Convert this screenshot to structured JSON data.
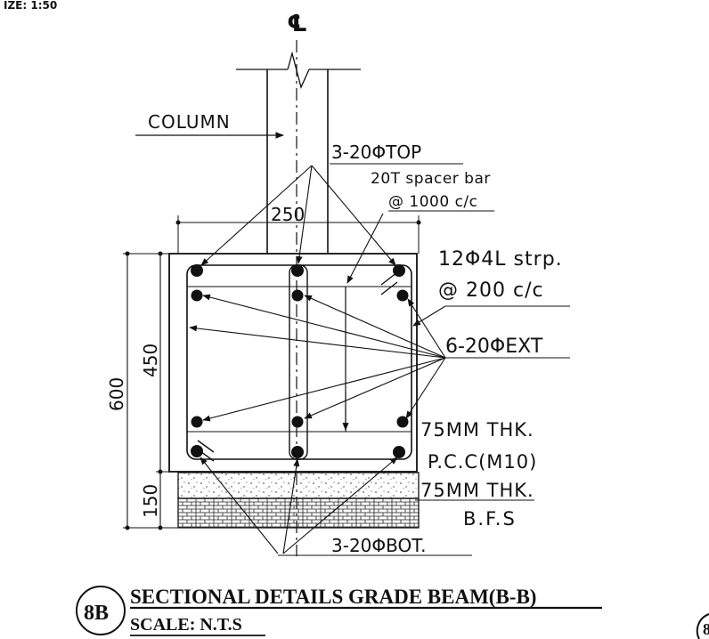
{
  "header_fragment": "IZE: 1:50",
  "centerline_symbol": "℄",
  "labels": {
    "column": "COLUMN",
    "top_bars": "3-20ΦTOP",
    "spacer_1": "20T spacer bar",
    "spacer_2": "@ 1000 c/c",
    "width_dim": "250",
    "stirrup_1": "12Φ4L strp.",
    "stirrup_2": "@ 200 c/c",
    "ext_bars": "6-20ΦEXT",
    "pcc_1": "75MM THK.",
    "pcc_2": "P.C.C(M10)",
    "bfs_1": "75MM THK.",
    "bfs_2": "B.F.S",
    "bot_bars": "3-20ΦBOT.",
    "dim_600": "600",
    "dim_450": "450",
    "dim_150": "150"
  },
  "title_block": {
    "ref": "8B",
    "title": "SECTIONAL DETAILS GRADE BEAM(B-B)",
    "scale": "SCALE: N.T.S",
    "next_ref": "8"
  }
}
